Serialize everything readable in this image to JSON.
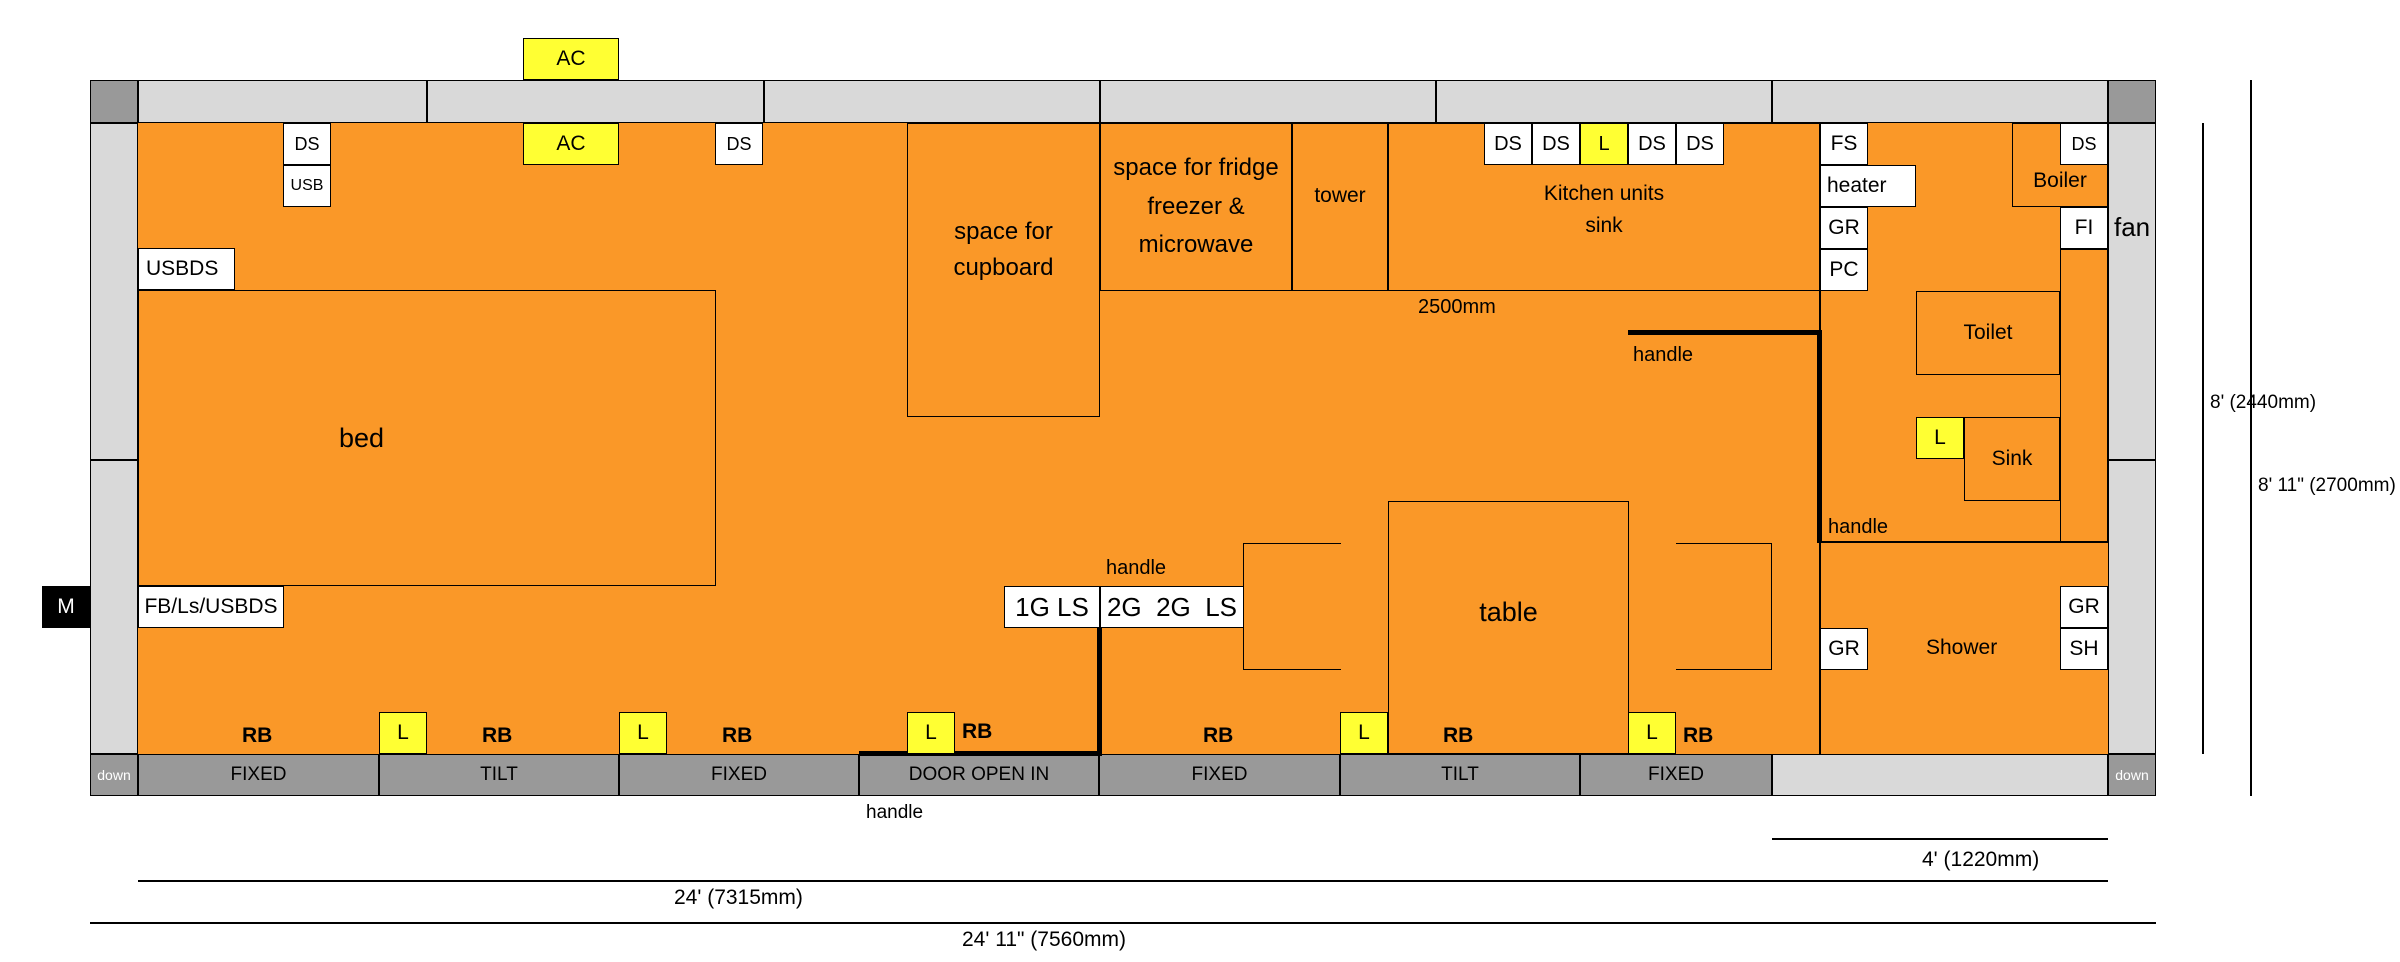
{
  "top_fittings": {
    "ac_outside": "AC",
    "ac_inside": "AC",
    "ds_bed": "DS",
    "usb_bed": "USB",
    "ds_mid": "DS",
    "ds_k1": "DS",
    "ds_k2": "DS",
    "l_k": "L",
    "ds_k3": "DS",
    "ds_k4": "DS",
    "ds_boiler": "DS"
  },
  "bedroom": {
    "usbds": "USBDS",
    "bed": "bed",
    "fb": "FB/Ls/USBDS"
  },
  "kitchen": {
    "cupboard_line1": "space for",
    "cupboard_line2": "cupboard",
    "fridge_line1": "space for fridge",
    "fridge_line2": "freezer &",
    "fridge_line3": "microwave",
    "tower": "tower",
    "units_line1": "Kitchen units",
    "units_line2": "sink",
    "dim_2500": "2500mm"
  },
  "bathroom": {
    "fs": "FS",
    "heater": "heater",
    "gr_top": "GR",
    "pc": "PC",
    "boiler": "Boiler",
    "fi": "FI",
    "fan": "fan",
    "toilet": "Toilet",
    "l_sink": "L",
    "sink": "Sink",
    "gr_left": "GR",
    "shower": "Shower",
    "gr_right": "GR",
    "sh": "SH"
  },
  "living": {
    "handle_top": "handle",
    "handle_bath": "handle",
    "handle_door_top": "handle",
    "handle_door_bottom": "handle",
    "switch_1g": "1G LS",
    "switch_2g": "2G  2G  LS",
    "table": "table"
  },
  "side": {
    "m": "M",
    "down_left": "down",
    "down_right": "down"
  },
  "windows": [
    "FIXED",
    "TILT",
    "FIXED",
    "DOOR OPEN IN",
    "FIXED",
    "TILT",
    "FIXED"
  ],
  "bottom_fittings": {
    "rb": [
      "RB",
      "RB",
      "RB",
      "RB",
      "RB",
      "RB",
      "RB"
    ],
    "l": [
      "L",
      "L",
      "L",
      "L",
      "L"
    ]
  },
  "dimensions": {
    "d4": "4' (1220mm)",
    "d24": "24' (7315mm)",
    "d24_11": "24' 11\" (7560mm)",
    "d8": "8' (2440mm)",
    "d8_11": "8' 11\" (2700mm)"
  },
  "colors": {
    "floor": "#fa9828",
    "fitting": "#ffff33",
    "wall_light": "#d9d9d9",
    "wall_dark": "#999999"
  }
}
